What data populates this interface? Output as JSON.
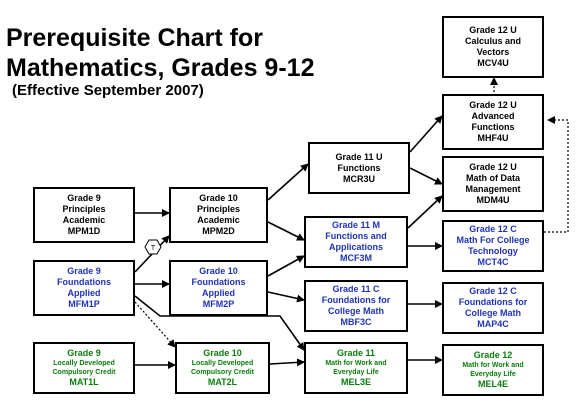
{
  "title": {
    "line1": "Prerequisite Chart for",
    "line2": "Mathematics, Grades 9-12",
    "line3": "(Effective September 2007)"
  },
  "colors": {
    "academic": "#000000",
    "university": "#1f33b5",
    "workplace": "#0b7d0b"
  },
  "transfer_badge": "T",
  "courses": {
    "mcv4u": {
      "grade": "Grade 12 U",
      "name": [
        "Calculus and",
        "Vectors"
      ],
      "code": "MCV4U"
    },
    "mhf4u": {
      "grade": "Grade 12 U",
      "name": [
        "Advanced",
        "Functions"
      ],
      "code": "MHF4U"
    },
    "mcr3u": {
      "grade": "Grade 11 U",
      "name": [
        "Functions"
      ],
      "code": "MCR3U"
    },
    "mdm4u": {
      "grade": "Grade 12 U",
      "name": [
        "Math of Data",
        "Management"
      ],
      "code": "MDM4U"
    },
    "mpm1d": {
      "grade": "Grade 9",
      "name": [
        "Principles",
        "Academic"
      ],
      "code": "MPM1D"
    },
    "mpm2d": {
      "grade": "Grade 10",
      "name": [
        "Principles",
        "Academic"
      ],
      "code": "MPM2D"
    },
    "mcf3m": {
      "grade": "Grade 11 M",
      "name": [
        "Functions and",
        "Applications"
      ],
      "code": "MCF3M"
    },
    "mct4c": {
      "grade": "Grade 12 C",
      "name": [
        "Math For College",
        "Technology"
      ],
      "code": "MCT4C"
    },
    "mfm1p": {
      "grade": "Grade 9",
      "name": [
        "Foundations",
        "Applied"
      ],
      "code": "MFM1P"
    },
    "mfm2p": {
      "grade": "Grade 10",
      "name": [
        "Foundations",
        "Applied"
      ],
      "code": "MFM2P"
    },
    "mbf3c": {
      "grade": "Grade 11 C",
      "name": [
        "Foundations for",
        "College Math"
      ],
      "code": "MBF3C"
    },
    "map4c": {
      "grade": "Grade 12 C",
      "name": [
        "Foundations for",
        "College Math"
      ],
      "code": "MAP4C"
    },
    "mat1l": {
      "grade": "Grade 9",
      "name": [
        "Locally Developed",
        "Compulsory Credit"
      ],
      "code": "MAT1L"
    },
    "mat2l": {
      "grade": "Grade 10",
      "name": [
        "Locally Developed",
        "Compulsory Credit"
      ],
      "code": "MAT2L"
    },
    "mel3e": {
      "grade": "Grade 11",
      "name": [
        "Math for Work and",
        "Everyday Life"
      ],
      "code": "MEL3E"
    },
    "mel4e": {
      "grade": "Grade 12",
      "name": [
        "Math for Work and",
        "Everyday Life"
      ],
      "code": "MEL4E"
    }
  }
}
